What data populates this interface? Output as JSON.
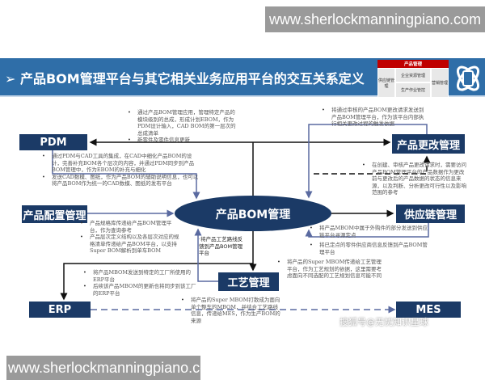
{
  "watermark_top": "www.sherlockmanningpiano.com",
  "watermark_bottom": "www.sherlockmanningpiano.com",
  "watermark_sohu": "搜狐号@无忧知识星球",
  "header": {
    "title": "➢ 产品BOM管理平台与其它相关业务应用平台的交互关系定义",
    "mini_diagram": {
      "top": "产品管理",
      "left": "供应链管理",
      "center_top": "企业资源管理",
      "center_bottom": "生产作业管控",
      "right": "营销管理"
    },
    "icon": "atom-phone-icon",
    "colors": {
      "bar": "#2f6ea8",
      "mini_header": "#c00000"
    }
  },
  "nodes": {
    "pdm": "PDM",
    "change": "产品更改管理",
    "config": "产品配置管理",
    "center": "产品BOM管理",
    "supply": "供应链管理",
    "process": "工艺管理",
    "erp": "ERP",
    "mes": "MES"
  },
  "colors": {
    "node": "#1b3a66",
    "blue_line": "#5a6aa0",
    "black_line": "#111111"
  },
  "notes": {
    "n1": [
      "通过产品BOM管理应用，管理特定产品的模块级别的总成，形成计划EBOM，作为PDM设计输入，CAD BOM的第一层次的总成清单",
      "新零件及零件信息更新"
    ],
    "n2": [
      "通过PDM与CAD工具的集成，在CAD中细化产品BOM的设计，完善补充BOM各个层次的内容，并通过PDM同步到产品BOM管理中，作为EBOM的补充与细化",
      "发送CAD数模、图纸，作为产品BOM的辅助说明信息，也可以将产品BOM作为统一的CAD数模、图纸的发布平台"
    ],
    "n3": [
      "将通过审核的产品BOM更改请求发送到产品BOM管理平台，作为该平台内部执行相关更改过程的触发依据"
    ],
    "n4": [
      "在创建、审核产品更改请求时，需要访问产品BOM管理平台的产品数据作为更改前与更改后的产品数据的状态的信息来源，以及判断、分析更改可行性以及影响范围的参考"
    ],
    "n5": [
      "产品规格库传递给产品BOM管理平台，作为查询参考",
      "产品层次定义结构以及各层次对应的规格清单传递给产品BOM平台，以支持Super BOM解析到单车BOM"
    ],
    "n6": "·将产品工艺路线反馈到产品BOM管理平台",
    "n7": [
      "将产品MBOM发送到特定的工厂所使用的ERP平台",
      "后续该产品MBOM的更新也将同步到该工厂的ERP平台"
    ],
    "n8": [
      "将产品MBOM中属于外购件的部分发送到供应链平台寻源定点"
    ],
    "n9": [
      "将已定点的零件供应商信息反馈到产品BOM管理平台"
    ],
    "n10": [
      "将产品的Super MBOM传递给工艺管理平台，作为工艺规划的依据，这里需要考虑面向不同选配的工艺规划信息可能不同"
    ],
    "n11": [
      "将产品的Super MBOM打散成为面向单个整车的MBOM，并结合工艺路线信息，传递给MES，作为生产BOM的来源"
    ]
  }
}
